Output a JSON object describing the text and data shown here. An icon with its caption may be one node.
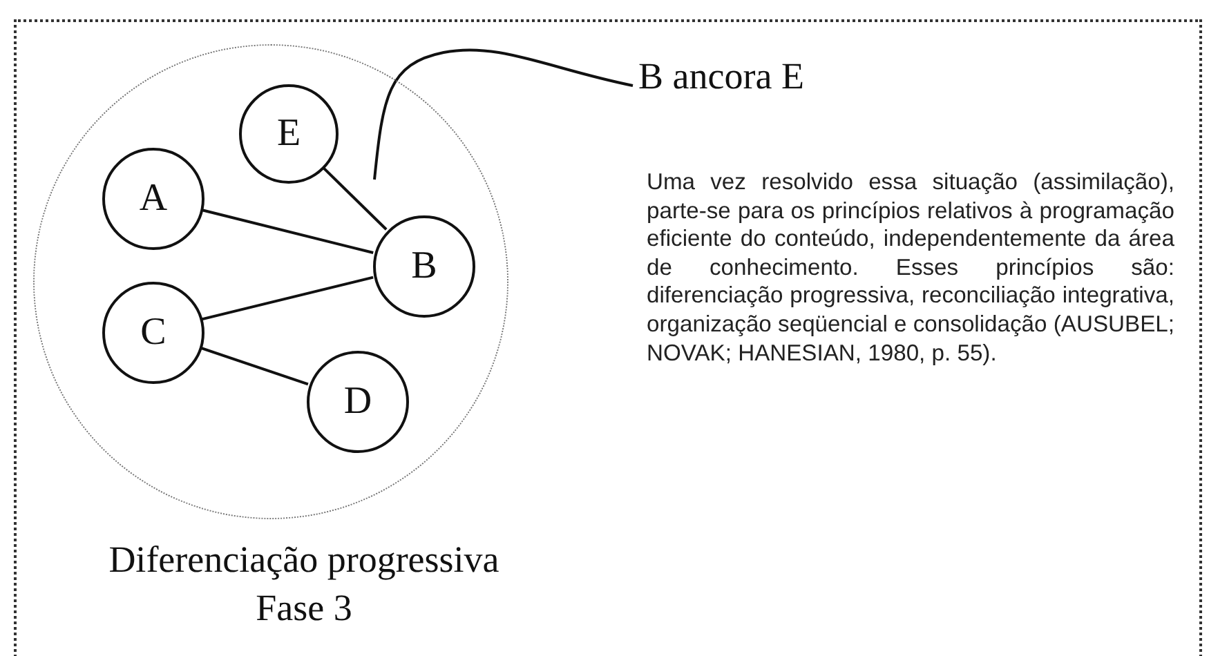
{
  "diagram": {
    "nodes": [
      {
        "text": [],
        "shape": "circle",
        "beside": [
          "Diferenciação progressiva Fase 3"
        ]
      },
      {
        "text": [
          "E"
        ],
        "in": 0
      },
      {
        "text": [
          "A"
        ],
        "in": 0
      },
      {
        "text": [
          "B"
        ],
        "in": 0
      },
      {
        "text": [
          "C"
        ],
        "in": 0
      },
      {
        "text": [
          "D"
        ],
        "in": 0
      },
      {
        "text": [
          "B ancora E"
        ]
      }
    ],
    "edges": [
      {
        "from": 1,
        "to": 3,
        "arrow": "none"
      },
      {
        "from": 2,
        "to": 3,
        "arrow": "none"
      },
      {
        "from": 4,
        "to": 3,
        "arrow": "none"
      },
      {
        "from": 4,
        "to": 5,
        "arrow": "none"
      },
      {
        "from": 6,
        "to": null,
        "arrow": "none"
      }
    ],
    "labels": [
      "Uma vez resolvido essa situação (assimilação), parte-se para os princípios relativos à programação eficiente do conteúdo, independentemente da área de conhecimento. Esses princípios são: diferenciação progressiva, reconciliação integrativa, organização seqüencial e consolidação (AUSUBEL; NOVAK; HANESIAN, 1980, p. 55)."
    ]
  }
}
